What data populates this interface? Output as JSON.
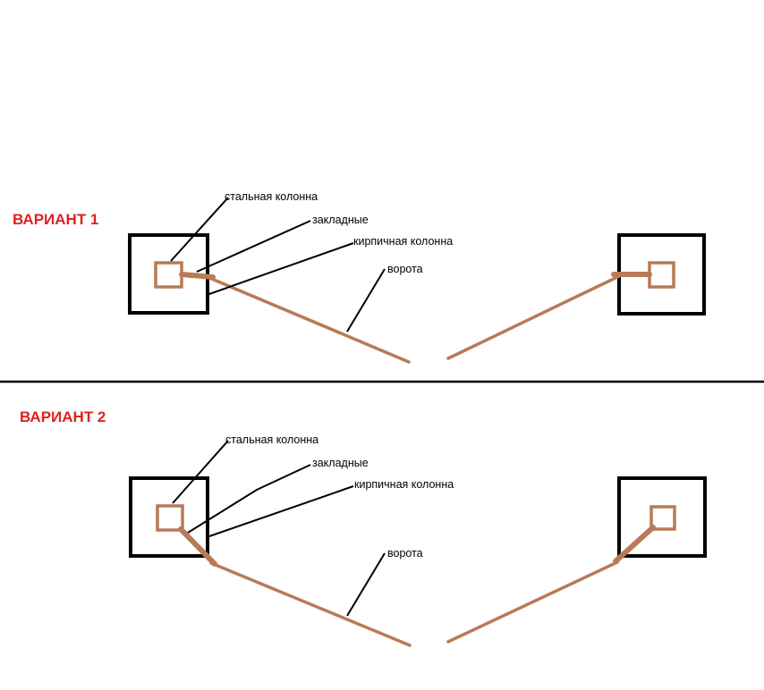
{
  "colors": {
    "title": "#e02020",
    "gate": "#b97a57",
    "outline": "#000000",
    "background": "#ffffff"
  },
  "variant1": {
    "title": "ВАРИАНТ 1",
    "labels": {
      "steel_column": "стальная колонна",
      "embeds": "закладные",
      "brick_column": "кирпичная колонна",
      "gate": "ворота"
    }
  },
  "variant2": {
    "title": "ВАРИАНТ 2",
    "labels": {
      "steel_column": "стальная колонна",
      "embeds": "закладные",
      "brick_column": "кирпичная колонна",
      "gate": "ворота"
    }
  }
}
